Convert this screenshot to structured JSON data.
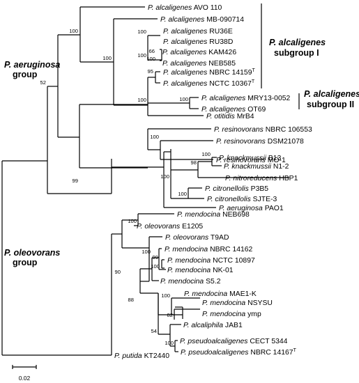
{
  "tree": {
    "leaves": [
      {
        "genus": "P.",
        "species": "alcaligenes",
        "strain": "AVO 110",
        "type": ""
      },
      {
        "genus": "P.",
        "species": "alcaligenes",
        "strain": "MB-090714",
        "type": ""
      },
      {
        "genus": "P.",
        "species": "alcaligenes",
        "strain": "RU36E",
        "type": ""
      },
      {
        "genus": "P.",
        "species": "alcaligenes",
        "strain": "RU38D",
        "type": ""
      },
      {
        "genus": "P.",
        "species": "alcaligenes",
        "strain": "KAM426",
        "type": ""
      },
      {
        "genus": "P.",
        "species": "alcaligenes",
        "strain": "NEB585",
        "type": ""
      },
      {
        "genus": "P.",
        "species": "alcaligenes",
        "strain": "NBRC 14159",
        "type": "T"
      },
      {
        "genus": "P.",
        "species": "alcaligenes",
        "strain": "NCTC 10367",
        "type": "T"
      },
      {
        "genus": "P.",
        "species": "alcaligenes",
        "strain": "MRY13-0052",
        "type": ""
      },
      {
        "genus": "P.",
        "species": "alcaligenes",
        "strain": "OT69",
        "type": ""
      },
      {
        "genus": "P.",
        "species": "otitidis",
        "strain": "MrB4",
        "type": ""
      },
      {
        "genus": "P.",
        "species": "resinovorans",
        "strain": "NBRC 106553",
        "type": ""
      },
      {
        "genus": "P.",
        "species": "resinovorans",
        "strain": "DSM21078",
        "type": ""
      },
      {
        "genus": "P.",
        "species": "resinovorans",
        "strain": "MO-1",
        "type": ""
      },
      {
        "genus": "P.",
        "species": "knackmussii",
        "strain": "B13",
        "type": ""
      },
      {
        "genus": "P.",
        "species": "knackmussii",
        "strain": "N1-2",
        "type": ""
      },
      {
        "genus": "P.",
        "species": "nitroreducens",
        "strain": "HBP1",
        "type": ""
      },
      {
        "genus": "P.",
        "species": "citronellolis",
        "strain": "P3B5",
        "type": ""
      },
      {
        "genus": "P.",
        "species": "citronellolis",
        "strain": "SJTE-3",
        "type": ""
      },
      {
        "genus": "P.",
        "species": "aeruginosa",
        "strain": "PAO1",
        "type": ""
      },
      {
        "genus": "P.",
        "species": "mendocina",
        "strain": "NEB698",
        "type": ""
      },
      {
        "genus": "P.",
        "species": "oleovorans",
        "strain": "E1205",
        "type": ""
      },
      {
        "genus": "P.",
        "species": "oleovorans",
        "strain": "T9AD",
        "type": ""
      },
      {
        "genus": "P.",
        "species": "mendocina",
        "strain": "NBRC 14162",
        "type": ""
      },
      {
        "genus": "P.",
        "species": "mendocina",
        "strain": "NCTC 10897",
        "type": ""
      },
      {
        "genus": "P.",
        "species": "mendocina",
        "strain": "NK-01",
        "type": ""
      },
      {
        "genus": "P.",
        "species": "mendocina",
        "strain": "S5.2",
        "type": ""
      },
      {
        "genus": "P.",
        "species": "mendocina",
        "strain": "MAE1-K",
        "type": ""
      },
      {
        "genus": "P.",
        "species": "mendocina",
        "strain": "NSYSU",
        "type": ""
      },
      {
        "genus": "P.",
        "species": "mendocina",
        "strain": "ymp",
        "type": ""
      },
      {
        "genus": "P.",
        "species": "alcaliphila",
        "strain": "JAB1",
        "type": ""
      },
      {
        "genus": "P.",
        "species": "pseudoalcaligenes",
        "strain": "CECT 5344",
        "type": ""
      },
      {
        "genus": "P.",
        "species": "pseudoalcaligenes",
        "strain": "NBRC 14167",
        "type": "T"
      },
      {
        "genus": "P.",
        "species": "putida",
        "strain": "KT2440",
        "type": ""
      }
    ],
    "bootstrap": [
      "100",
      "100",
      "100",
      "66",
      "95",
      "100",
      "100",
      "52",
      "100",
      "100",
      "100",
      "99",
      "100",
      "98",
      "100",
      "100",
      "100",
      "100",
      "99",
      "100",
      "90",
      "100",
      "82",
      "88",
      "100",
      "54"
    ]
  },
  "groups": {
    "aeruginosa": {
      "line1": "P. aeruginosa",
      "line2": "group"
    },
    "oleovorans": {
      "line1": "P. oleovorans",
      "line2": "group"
    }
  },
  "subgroups": {
    "one": {
      "name": "P. alcaligenes",
      "label": "subgroup I"
    },
    "two": {
      "name": "P. alcaligenes",
      "label": "subgroup II"
    }
  },
  "scale_bar": {
    "label": "0.02"
  }
}
